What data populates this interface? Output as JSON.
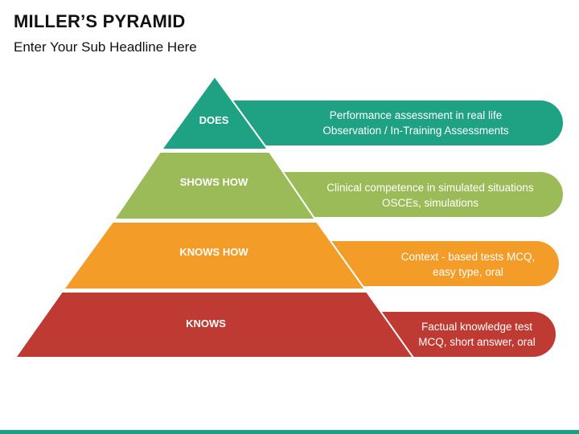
{
  "header": {
    "title": "MILLER’S PYRAMID",
    "subtitle": "Enter Your Sub Headline Here"
  },
  "colors": {
    "does": "#1fa283",
    "shows_how": "#9bbb59",
    "knows_how": "#f39c27",
    "knows": "#bf3a32",
    "accent_bar": "#1a9e85",
    "separator": "#ffffff"
  },
  "pyramid": {
    "levels": [
      {
        "key": "does",
        "label": "DOES",
        "lines": [
          "Performance  assessment in real life",
          "Observation / In-Training Assessments"
        ]
      },
      {
        "key": "shows_how",
        "label": "SHOWS HOW",
        "lines": [
          "Clinical competence in simulated situations",
          "OSCEs, simulations"
        ]
      },
      {
        "key": "knows_how",
        "label": "KNOWS HOW",
        "lines": [
          "Context  - based tests MCQ,",
          "easy type, oral"
        ]
      },
      {
        "key": "knows",
        "label": "KNOWS",
        "lines": [
          "Factual knowledge test",
          "MCQ, short answer, oral"
        ]
      }
    ]
  }
}
